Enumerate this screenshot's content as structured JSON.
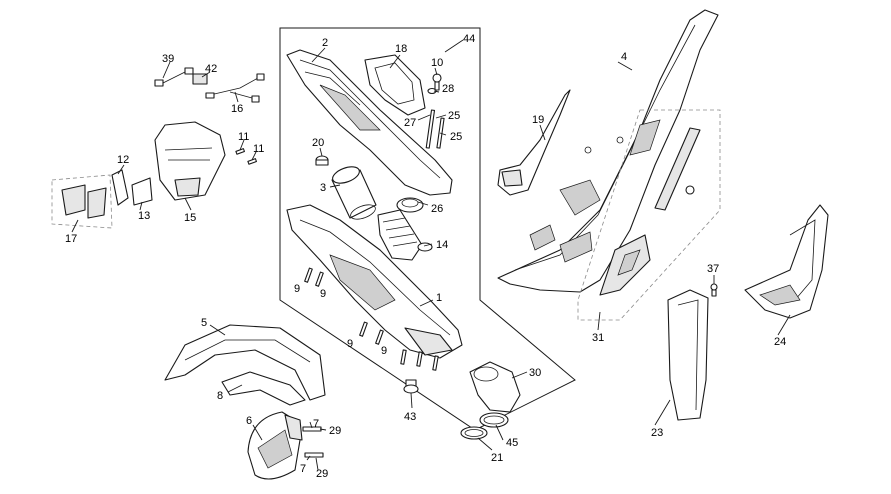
{
  "colors": {
    "line": "#1a1a1a",
    "fill": "#ffffff",
    "shade": "#e6e6e6"
  },
  "callouts": {
    "n1": "1",
    "n2": "2",
    "n3": "3",
    "n4": "4",
    "n5": "5",
    "n6": "6",
    "n7a": "7",
    "n7b": "7",
    "n8": "8",
    "n9a": "9",
    "n9b": "9",
    "n9c": "9",
    "n9d": "9",
    "n10": "10",
    "n11a": "11",
    "n11b": "11",
    "n12": "12",
    "n13": "13",
    "n14": "14",
    "n15": "15",
    "n16": "16",
    "n17": "17",
    "n18": "18",
    "n19": "19",
    "n20": "20",
    "n21": "21",
    "n23": "23",
    "n24": "24",
    "n25a": "25",
    "n25b": "25",
    "n26": "26",
    "n27": "27",
    "n28": "28",
    "n29a": "29",
    "n29b": "29",
    "n30": "30",
    "n31": "31",
    "n37": "37",
    "n39": "39",
    "n42": "42",
    "n43": "43",
    "n44": "44",
    "n45": "45"
  }
}
